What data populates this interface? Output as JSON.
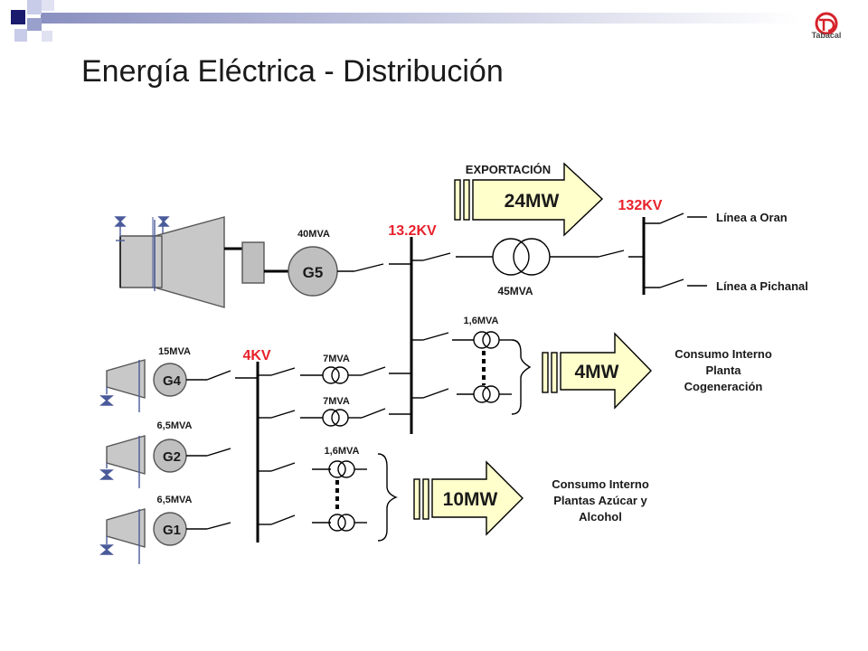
{
  "title": "Energía Eléctrica - Distribución",
  "logo": {
    "name": "Tabacal"
  },
  "colors": {
    "voltage": "#e8212b",
    "arrow_fill": "#ffffcc",
    "generator_fill": "#bfbfbf",
    "turbine_fill": "#c8c8c8",
    "valve": "#4a5a9a"
  },
  "generators": {
    "g5": {
      "label": "G5",
      "rating": "40MVA"
    },
    "g4": {
      "label": "G4",
      "rating": "15MVA"
    },
    "g2": {
      "label": "G2",
      "rating": "6,5MVA"
    },
    "g1": {
      "label": "G1",
      "rating": "6,5MVA"
    }
  },
  "buses": {
    "kv4": "4KV",
    "kv13": "13.2KV",
    "kv132": "132KV"
  },
  "transformers": {
    "t45": "45MVA",
    "t7a": "7MVA",
    "t7b": "7MVA",
    "t16a": "1,6MVA",
    "t16b": "1,6MVA"
  },
  "outputs": {
    "export": {
      "label": "EXPORTACIÓN",
      "value": "24MW"
    },
    "cogen": {
      "value": "4MW",
      "lines": [
        "Consumo Interno",
        "Planta",
        "Cogeneración"
      ]
    },
    "sugar": {
      "value": "10MW",
      "lines": [
        "Consumo Interno",
        "Plantas Azúcar y",
        "Alcohol"
      ]
    }
  },
  "lines": {
    "oran": "Línea a Oran",
    "pichanal": "Línea a Pichanal"
  }
}
